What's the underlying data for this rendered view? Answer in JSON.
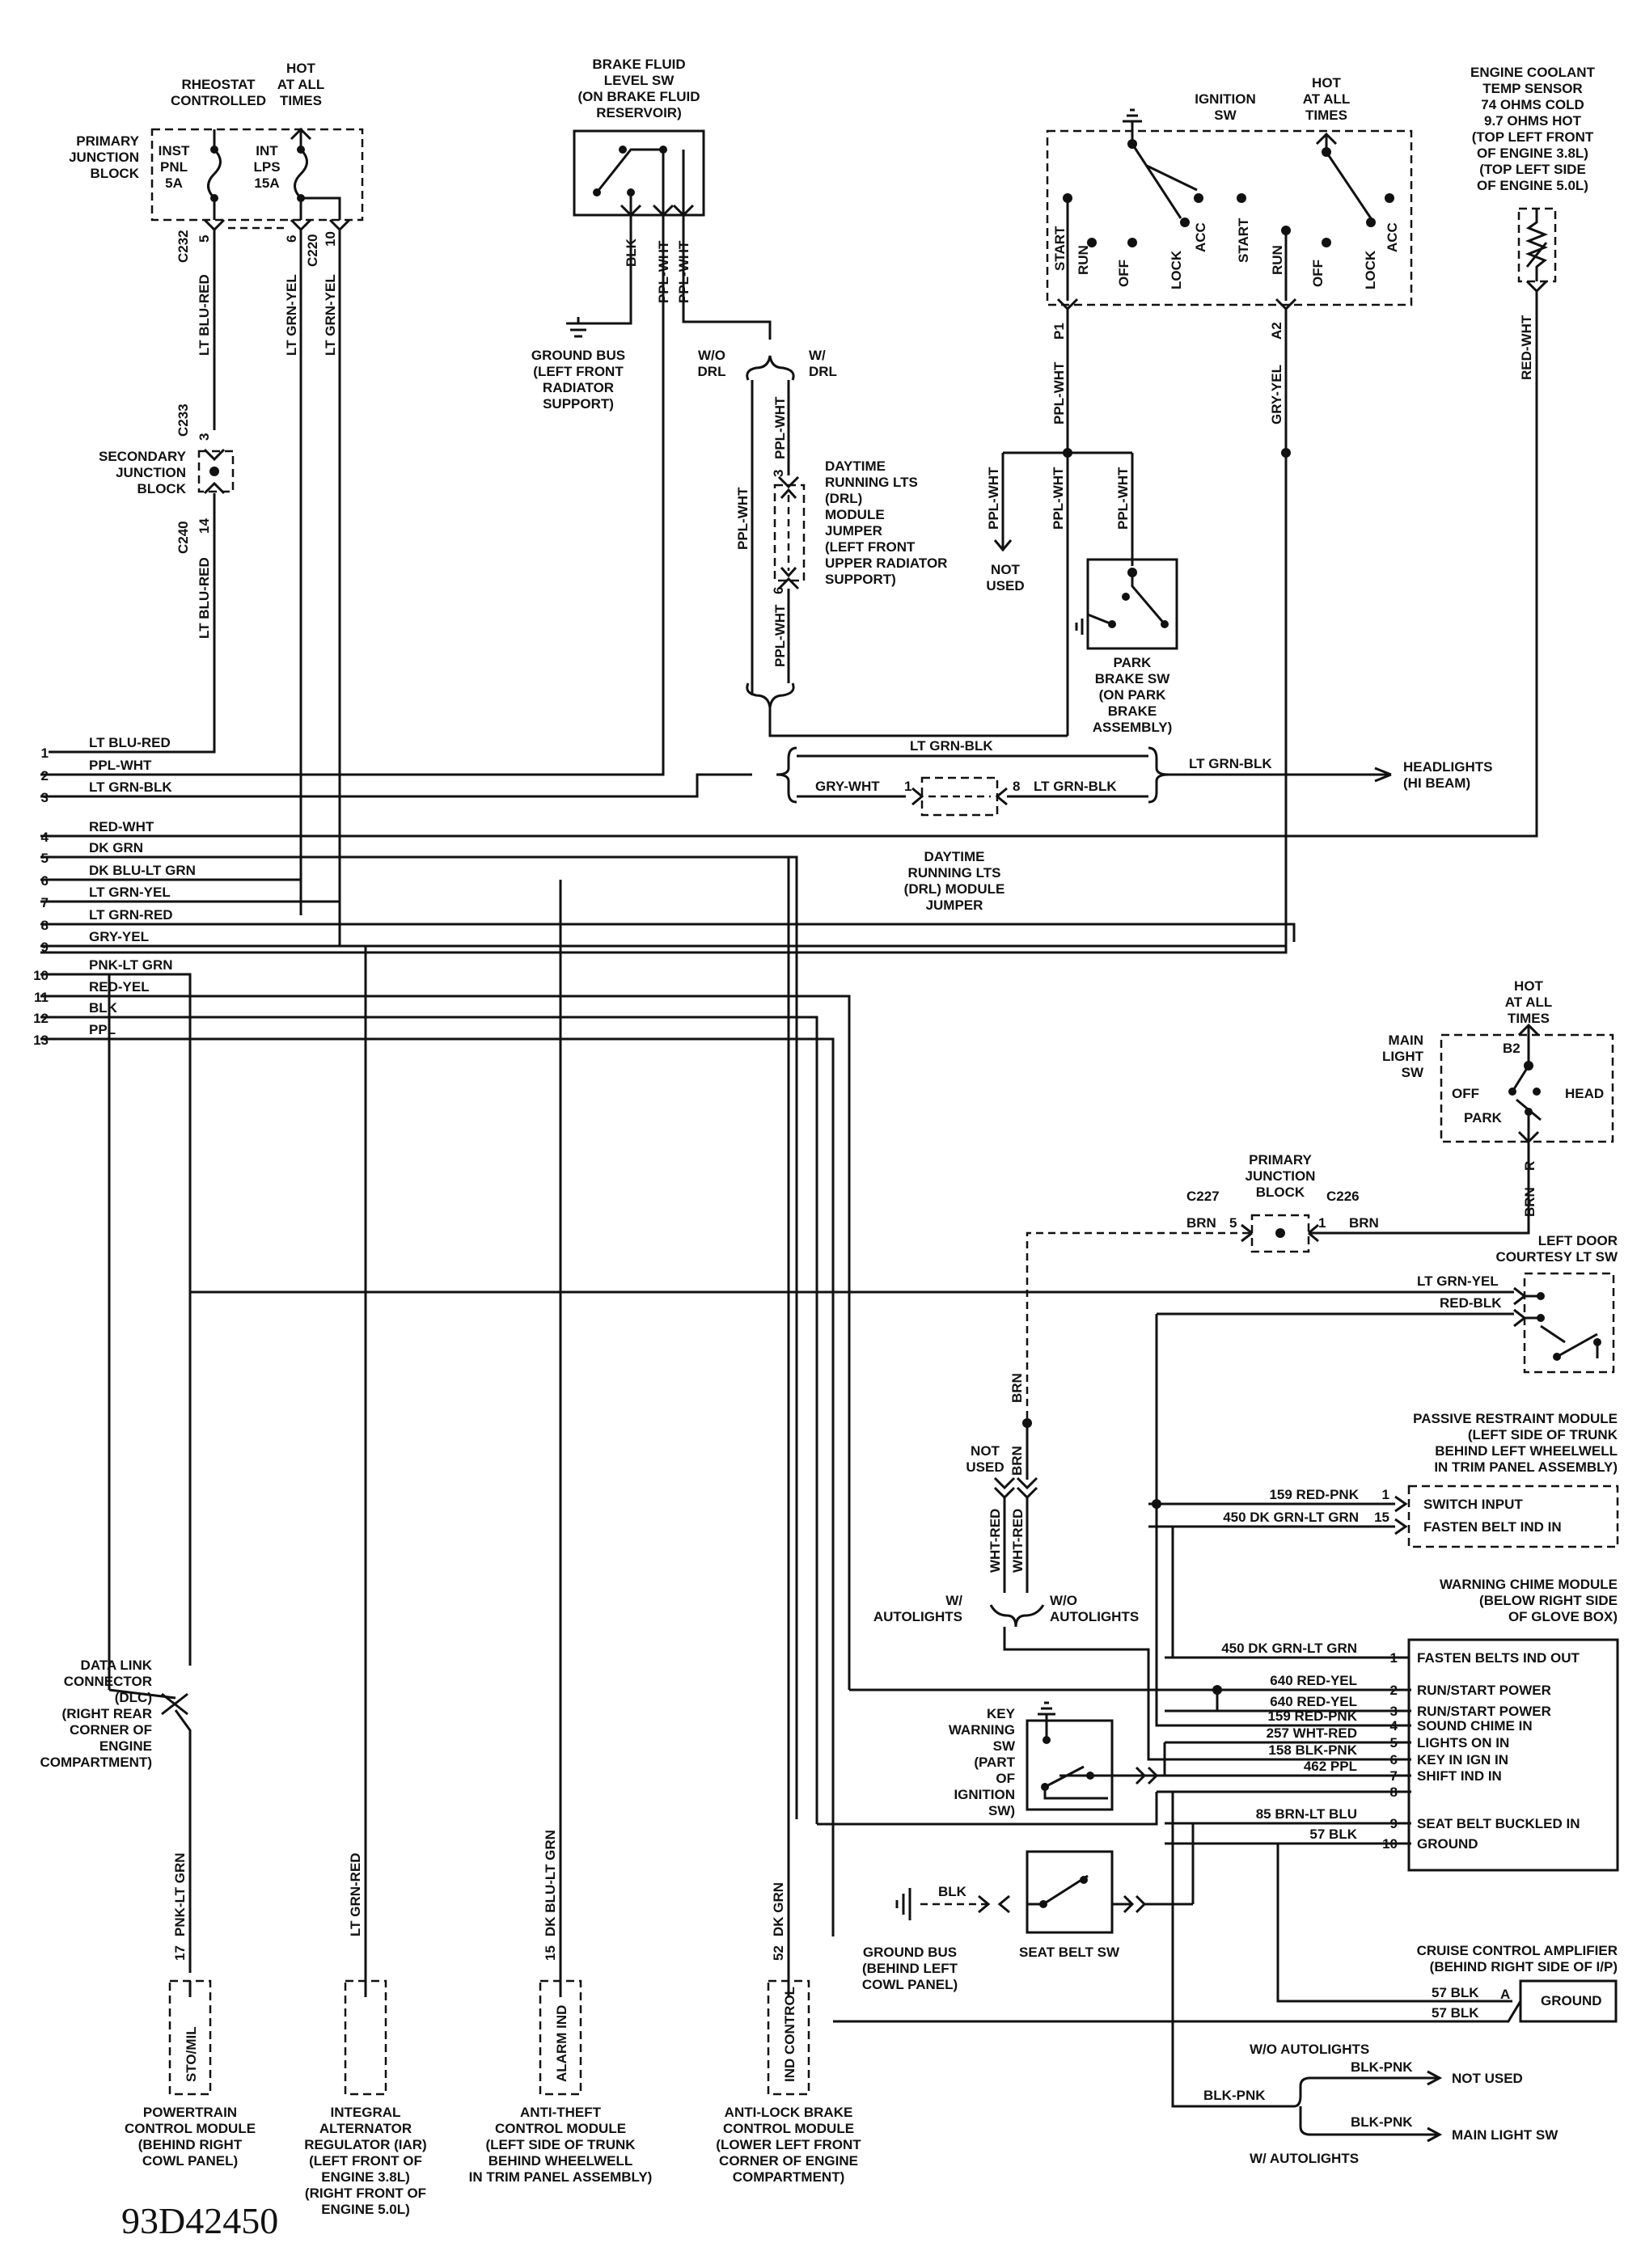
{
  "figure_code": "93D42450",
  "primary_junction_block": {
    "title": [
      "PRIMARY",
      "JUNCTION",
      "BLOCK"
    ],
    "rheostat": [
      "RHEOSTAT",
      "CONTROLLED"
    ],
    "hot": [
      "HOT",
      "AT ALL",
      "TIMES"
    ],
    "fuse1": [
      "INST",
      "PNL",
      "5A"
    ],
    "fuse2": [
      "INT",
      "LPS",
      "15A"
    ],
    "c232": "C232",
    "c220": "C220",
    "pin5": "5",
    "pin6": "6",
    "pin10": "10",
    "wire1": "LT BLU-RED",
    "wire2": "LT GRN-YEL",
    "wire3": "LT GRN-YEL"
  },
  "secondary_junction_block": {
    "title": [
      "SECONDARY",
      "JUNCTION",
      "BLOCK"
    ],
    "c233": "C233",
    "c240": "C240",
    "pin3": "3",
    "pin14": "14",
    "wire": "LT BLU-RED"
  },
  "brake_fluid": {
    "title": [
      "BRAKE FLUID",
      "LEVEL SW",
      "(ON BRAKE FLUID",
      "RESERVOIR)"
    ],
    "w1": "BLK",
    "w2": "PPL-WHT",
    "w3": "PPL-WHT",
    "ground": [
      "GROUND BUS",
      "(LEFT FRONT",
      "RADIATOR",
      "SUPPORT)"
    ],
    "wo_drl": [
      "W/O",
      "DRL"
    ],
    "w_drl": [
      "W/",
      "DRL"
    ]
  },
  "drl_jumper": {
    "title": [
      "DAYTIME",
      "RUNNING LTS",
      "(DRL)",
      "MODULE",
      "JUMPER",
      "(LEFT FRONT",
      "UPPER RADIATOR",
      "SUPPORT)"
    ],
    "w1": "PPL-WHT",
    "w2": "PPL-WHT",
    "w3": "PPL-WHT",
    "pin3": "3",
    "pin6": "6"
  },
  "ignition": {
    "title": [
      "IGNITION",
      "SW"
    ],
    "hot": [
      "HOT",
      "AT ALL",
      "TIMES"
    ],
    "pos": [
      "START",
      "RUN",
      "OFF",
      "LOCK",
      "ACC",
      "START",
      "RUN",
      "OFF",
      "LOCK",
      "ACC"
    ],
    "p1": "P1",
    "a2": "A2",
    "w1": "PPL-WHT",
    "w2": "GRY-YEL",
    "w3": "PPL-WHT",
    "w4": "PPL-WHT",
    "w5": "PPL-WHT",
    "not_used": [
      "NOT",
      "USED"
    ]
  },
  "park_brake": {
    "title": [
      "PARK",
      "BRAKE SW",
      "(ON PARK",
      "BRAKE",
      "ASSEMBLY)"
    ]
  },
  "coolant": {
    "title": [
      "ENGINE COOLANT",
      "TEMP SENSOR",
      "74 OHMS COLD",
      "9.7 OHMS HOT",
      "(TOP LEFT FRONT",
      "OF ENGINE 3.8L)",
      "(TOP LEFT SIDE",
      "OF ENGINE 5.0L)"
    ],
    "wire": "RED-WHT"
  },
  "drl_module": {
    "w1": "LT GRN-BLK",
    "w2": "GRY-WHT",
    "w3": "LT GRN-BLK",
    "w4": "LT GRN-BLK",
    "pin1": "1",
    "pin8": "8",
    "headlights": [
      "HEADLIGHTS",
      "(HI BEAM)"
    ],
    "title": [
      "DAYTIME",
      "RUNNING LTS",
      "(DRL) MODULE",
      "JUMPER"
    ]
  },
  "cluster_wires": [
    {
      "num": "1",
      "color": "LT BLU-RED"
    },
    {
      "num": "2",
      "color": "PPL-WHT"
    },
    {
      "num": "3",
      "color": "LT GRN-BLK"
    },
    {
      "num": "4",
      "color": "RED-WHT"
    },
    {
      "num": "5",
      "color": "DK GRN"
    },
    {
      "num": "6",
      "color": "DK BLU-LT GRN"
    },
    {
      "num": "7",
      "color": "LT GRN-YEL"
    },
    {
      "num": "8",
      "color": "LT GRN-RED"
    },
    {
      "num": "9",
      "color": "GRY-YEL"
    },
    {
      "num": "10",
      "color": "PNK-LT GRN"
    },
    {
      "num": "11",
      "color": "RED-YEL"
    },
    {
      "num": "12",
      "color": "BLK"
    },
    {
      "num": "13",
      "color": "PPL"
    }
  ],
  "main_light": {
    "hot": [
      "HOT",
      "AT ALL",
      "TIMES"
    ],
    "title": [
      "MAIN",
      "LIGHT",
      "SW"
    ],
    "b2": "B2",
    "off": "OFF",
    "park": "PARK",
    "head": "HEAD",
    "r": "R",
    "wire": "BRN"
  },
  "pjb2": {
    "title": [
      "PRIMARY",
      "JUNCTION",
      "BLOCK"
    ],
    "c227": "C227",
    "c226": "C226",
    "brn5": "BRN",
    "pin5": "5",
    "pin1": "1",
    "brn1": "BRN"
  },
  "door": {
    "title": [
      "LEFT DOOR",
      "COURTESY LT SW"
    ],
    "w1": "LT GRN-YEL",
    "w2": "RED-BLK"
  },
  "autolights": {
    "w1": "BRN",
    "w2": "BRN",
    "not_used": [
      "NOT",
      "USED"
    ],
    "w3": "WHT-RED",
    "w4": "WHT-RED",
    "w_auto": [
      "W/",
      "AUTOLIGHTS"
    ],
    "wo_auto": [
      "W/O",
      "AUTOLIGHTS"
    ]
  },
  "passive": {
    "title": [
      "PASSIVE RESTRAINT MODULE",
      "(LEFT SIDE OF TRUNK",
      "BEHIND LEFT WHEELWELL",
      "IN TRIM PANEL ASSEMBLY)"
    ],
    "pins": [
      {
        "wire": "159 RED-PNK",
        "pin": "1",
        "label": "SWITCH INPUT"
      },
      {
        "wire": "450 DK GRN-LT GRN",
        "pin": "15",
        "label": "FASTEN BELT IND IN"
      }
    ]
  },
  "chime": {
    "title": [
      "WARNING CHIME MODULE",
      "(BELOW RIGHT SIDE",
      "OF GLOVE BOX)"
    ],
    "pins": [
      {
        "wire": "450 DK GRN-LT GRN",
        "pin": "1",
        "label": "FASTEN BELTS IND OUT"
      },
      {
        "wire": "640 RED-YEL",
        "pin": "2",
        "label": "RUN/START POWER"
      },
      {
        "wire": "640 RED-YEL",
        "pin": "3",
        "label": "RUN/START POWER"
      },
      {
        "wire": "159 RED-PNK",
        "pin": "4",
        "label": "SOUND CHIME IN"
      },
      {
        "wire": "257 WHT-RED",
        "pin": "5",
        "label": "LIGHTS ON IN"
      },
      {
        "wire": "158 BLK-PNK",
        "pin": "6",
        "label": "KEY IN IGN IN"
      },
      {
        "wire": "462 PPL",
        "pin": "7",
        "label": "SHIFT IND IN"
      },
      {
        "wire": "",
        "pin": "8",
        "label": ""
      },
      {
        "wire": "85 BRN-LT BLU",
        "pin": "9",
        "label": "SEAT BELT BUCKLED IN"
      },
      {
        "wire": "57 BLK",
        "pin": "10",
        "label": "GROUND"
      }
    ]
  },
  "key_warning": {
    "title": [
      "KEY",
      "WARNING",
      "SW",
      "(PART",
      "OF",
      "IGNITION",
      "SW)"
    ]
  },
  "seat_belt": {
    "title": "SEAT BELT SW",
    "wire": "BLK",
    "ground": [
      "GROUND BUS",
      "(BEHIND LEFT",
      "COWL PANEL)"
    ]
  },
  "cruise": {
    "title": [
      "CRUISE CONTROL AMPLIFIER",
      "(BEHIND RIGHT SIDE OF I/P)"
    ],
    "w1": "57 BLK",
    "w2": "57 BLK",
    "a": "A",
    "ground": "GROUND"
  },
  "autolight_bottom": {
    "wo": "W/O AUTOLIGHTS",
    "w": "W/ AUTOLIGHTS",
    "src": "BLK-PNK",
    "w1": "BLK-PNK",
    "w2": "BLK-PNK",
    "not_used": "NOT USED",
    "main": "MAIN LIGHT SW"
  },
  "dlc": {
    "title": [
      "DATA LINK",
      "CONNECTOR",
      "(DLC)",
      "(RIGHT REAR",
      "CORNER OF",
      "ENGINE",
      "COMPARTMENT)"
    ]
  },
  "bottom_modules": [
    {
      "pin": "17",
      "wire": "PNK-LT GRN",
      "box": "STO/MIL",
      "title": [
        "POWERTRAIN",
        "CONTROL MODULE",
        "(BEHIND RIGHT",
        "COWL PANEL)"
      ]
    },
    {
      "pin": "",
      "wire": "LT GRN-RED",
      "box": "",
      "title": [
        "INTEGRAL",
        "ALTERNATOR",
        "REGULATOR (IAR)",
        "(LEFT FRONT OF",
        "ENGINE 3.8L)",
        "(RIGHT FRONT OF",
        "ENGINE 5.0L)"
      ]
    },
    {
      "pin": "15",
      "wire": "DK BLU-LT GRN",
      "box": "ALARM IND",
      "title": [
        "ANTI-THEFT",
        "CONTROL MODULE",
        "(LEFT SIDE OF TRUNK",
        "BEHIND WHEELWELL",
        "IN TRIM PANEL ASSEMBLY)"
      ]
    },
    {
      "pin": "52",
      "wire": "DK GRN",
      "box": "IND CONTROL",
      "title": [
        "ANTI-LOCK BRAKE",
        "CONTROL MODULE",
        "(LOWER LEFT FRONT",
        "CORNER OF ENGINE",
        "COMPARTMENT)"
      ]
    }
  ]
}
